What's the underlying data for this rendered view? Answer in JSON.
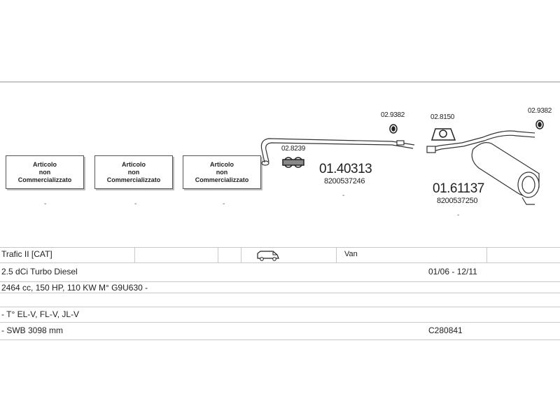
{
  "not_available": {
    "label_lines": [
      "Articolo",
      "non",
      "Commercializzato"
    ],
    "dash": "-"
  },
  "parts": {
    "pipe_front": {
      "code": "01.40313",
      "oem": "8200537246"
    },
    "silencer_rear": {
      "code": "01.61137",
      "oem": "8200537250"
    },
    "clamp": {
      "code": "02.8239"
    },
    "hanger_1": {
      "code": "02.9382"
    },
    "mount": {
      "code": "02.8150"
    },
    "hanger_2": {
      "code": "02.9382"
    },
    "dot": "-"
  },
  "table": {
    "row1": {
      "model": "Trafic II  [CAT]",
      "body": "Van",
      "vehicle_icon": "van-icon"
    },
    "row2": {
      "engine": "2.5 dCi Turbo Diesel",
      "years": "01/06 - 12/11"
    },
    "row3": {
      "specs": "2464 cc, 150 HP, 110 KW M° G9U630 -"
    },
    "row4": {
      "variants": "- T° EL-V, FL-V, JL-V"
    },
    "row5": {
      "wheelbase": "- SWB 3098 mm",
      "ref": "C280841"
    }
  }
}
